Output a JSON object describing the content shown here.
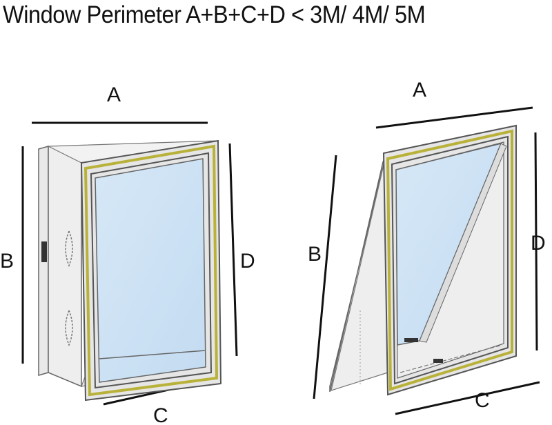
{
  "title": "Window Perimeter A+B+C+D < 3M/ 4M/ 5M",
  "left_diagram": {
    "label_a": "A",
    "label_b": "B",
    "label_c": "C",
    "label_d": "D"
  },
  "right_diagram": {
    "label_a": "A",
    "label_b": "B",
    "label_c": "C",
    "label_d": "D"
  },
  "colors": {
    "glass": "#cfe3f5",
    "seal": "#b9b23a",
    "frame": "#555555",
    "panel": "#eeeeee"
  }
}
